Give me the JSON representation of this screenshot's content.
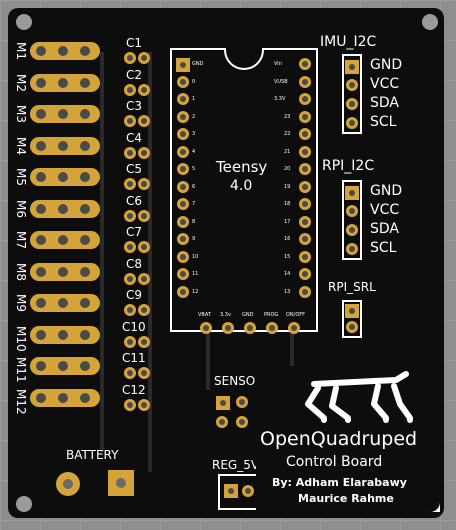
{
  "motors": [
    "M1",
    "M2",
    "M3",
    "M4",
    "M5",
    "M6",
    "M7",
    "M8",
    "M9",
    "M10",
    "M11",
    "M12"
  ],
  "caps": [
    "C1",
    "C2",
    "C3",
    "C4",
    "C5",
    "C6",
    "C7",
    "C8",
    "C9",
    "C10",
    "C11",
    "C12"
  ],
  "teensy": {
    "name": "Teensy",
    "version": "4.0",
    "left_pins": [
      "GND",
      "0",
      "1",
      "2",
      "3",
      "4",
      "5",
      "6",
      "7",
      "8",
      "9",
      "10",
      "11",
      "12"
    ],
    "right_pins": [
      "Vin",
      "VUSB",
      "3.3V",
      "23",
      "22",
      "21",
      "20",
      "19",
      "18",
      "17",
      "16",
      "15",
      "14",
      "13"
    ],
    "bottom_pins": [
      "VBAT",
      "3.3v",
      "GND",
      "PROG",
      "ON/OFF"
    ]
  },
  "imu": {
    "title": "IMU_I2C",
    "pins": [
      "GND",
      "VCC",
      "SDA",
      "SCL"
    ]
  },
  "rpi_i2c": {
    "title": "RPI_I2C",
    "pins": [
      "GND",
      "VCC",
      "SDA",
      "SCL"
    ]
  },
  "rpi_srl": {
    "title": "RPI_SRL"
  },
  "sensor": {
    "title": "SENSOR"
  },
  "battery": {
    "title": "BATTERY"
  },
  "reg": {
    "title": "REG_5V"
  },
  "logo": {
    "title": "OpenQuadruped",
    "subtitle": "Control Board",
    "by": "By: Adham Elarabawy",
    "by2": "Maurice Rahme"
  },
  "colors": {
    "board": "#0d0d0d",
    "pad": "#d4a43a",
    "silk": "#ffffff",
    "background": "#8e8e8e"
  }
}
